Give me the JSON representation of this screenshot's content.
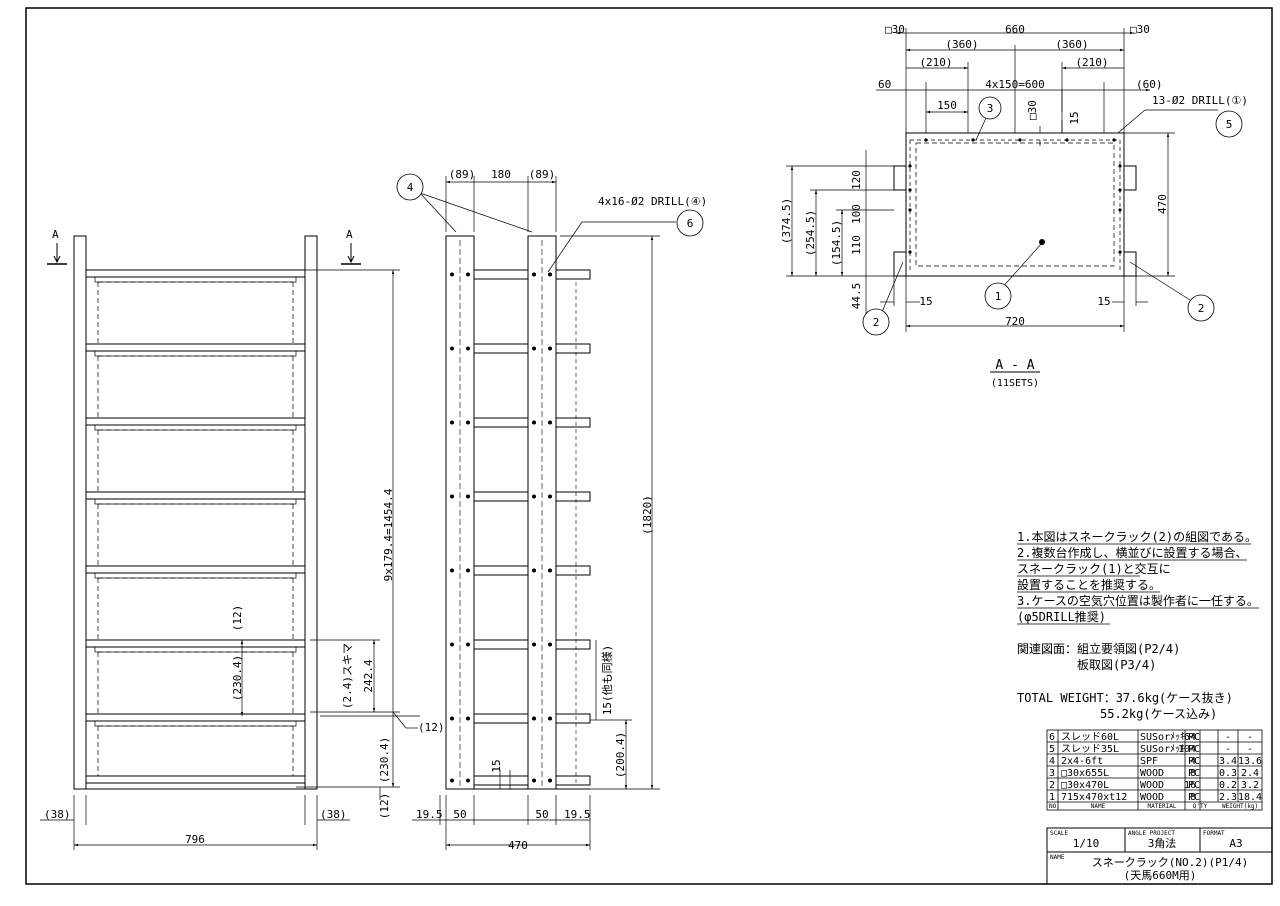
{
  "front": {
    "section_mark": "A",
    "height_dim": "9x179.4=1454.4",
    "gap_label": "(2.4)スキマ",
    "dim_242": "242.4",
    "dim_230a": "(230.4)",
    "dim_12a": "(12)",
    "dim_230b": "(230.4)",
    "dim_12b": "(12)",
    "dim_12c": "(12)",
    "width": "796",
    "left_offset": "(38)",
    "right_offset": "(38)"
  },
  "side": {
    "top_89a": "(89)",
    "top_180": "180",
    "top_89b": "(89)",
    "balloon_4": "4",
    "balloon_6": "6",
    "drill_note": "4x16-Ø2 DRILL(④)",
    "height_1820": "(1820)",
    "note_15": "15(他も同様)",
    "dim_200": "(200.4)",
    "dim_15": "15",
    "bottom_195a": "19.5",
    "bottom_50a": "50",
    "bottom_50b": "50",
    "bottom_195b": "19.5",
    "width": "470"
  },
  "section": {
    "sq30a": "□30",
    "dim_660": "660",
    "sq30b": "□30",
    "dim_360a": "(360)",
    "dim_360b": "(360)",
    "dim_210a": "(210)",
    "dim_210b": "(210)",
    "dim_60": "60",
    "pitch": "4x150=600",
    "dim_60b": "(60)",
    "dim_150": "150",
    "balloon_3": "3",
    "sq30c": "□30",
    "dim_15top": "15",
    "drill_note": "13-Ø2 DRILL(①)",
    "balloon_5": "5",
    "dim_374": "(374.5)",
    "dim_254": "(254.5)",
    "dim_154": "(154.5)",
    "dim_120": "120",
    "dim_100": "100",
    "dim_110": "110",
    "dim_44": "44.5",
    "dim_470": "470",
    "balloon_1": "1",
    "balloon_2a": "2",
    "balloon_2b": "2",
    "dim_15l": "15",
    "dim_15r": "15",
    "dim_720": "720",
    "title": "A - A",
    "sets": "(11SETS)"
  },
  "notes": [
    "1.本図はスネークラック(2)の組図である。",
    "2.複数台作成し、横並びに設置する場合、",
    "スネークラック(1)と交互に",
    "設置することを推奨する。",
    "3.ケースの空気穴位置は製作者に一任する。",
    "(φ5DRILL推奨)"
  ],
  "related": {
    "label": "関連図面：組立要領図(P2/4)",
    "second": "板取図(P3/4)"
  },
  "weight": {
    "line1": "TOTAL WEIGHT：37.6kg(ケース抜き)",
    "line2": "55.2kg(ケース込み)"
  },
  "bom": {
    "rows": [
      [
        "6",
        "スレッド60L",
        "SUSorﾒｯｷ",
        "64",
        "PC",
        "-",
        "-"
      ],
      [
        "5",
        "スレッド35L",
        "SUSorﾒｯｷ",
        "104",
        "PC",
        "-",
        "-"
      ],
      [
        "4",
        "2x4-6ft",
        "SPF",
        "4",
        "PC",
        "3.4",
        "13.6"
      ],
      [
        "3",
        "□30x655L",
        "WOOD",
        "8",
        "PC",
        "0.3",
        "2.4"
      ],
      [
        "2",
        "□30x470L",
        "WOOD",
        "16",
        "PC",
        "0.2",
        "3.2"
      ],
      [
        "1",
        "715x470xt12",
        "WOOD",
        "8",
        "PC",
        "2.3",
        "18.4"
      ]
    ],
    "header": [
      "NO.",
      "NAME",
      "MATERIAL",
      "Q'TY",
      "WEIGHT(kg)"
    ]
  },
  "titleblock": {
    "scale_label": "SCALE",
    "scale": "1/10",
    "proj_label": "ANGLE PROJECT",
    "proj": "3角法",
    "format_label": "FORMAT",
    "format": "A3",
    "name_label": "NAME",
    "name1": "スネークラック(NO.2)(P1/4)",
    "name2": "(天馬660M用)"
  }
}
